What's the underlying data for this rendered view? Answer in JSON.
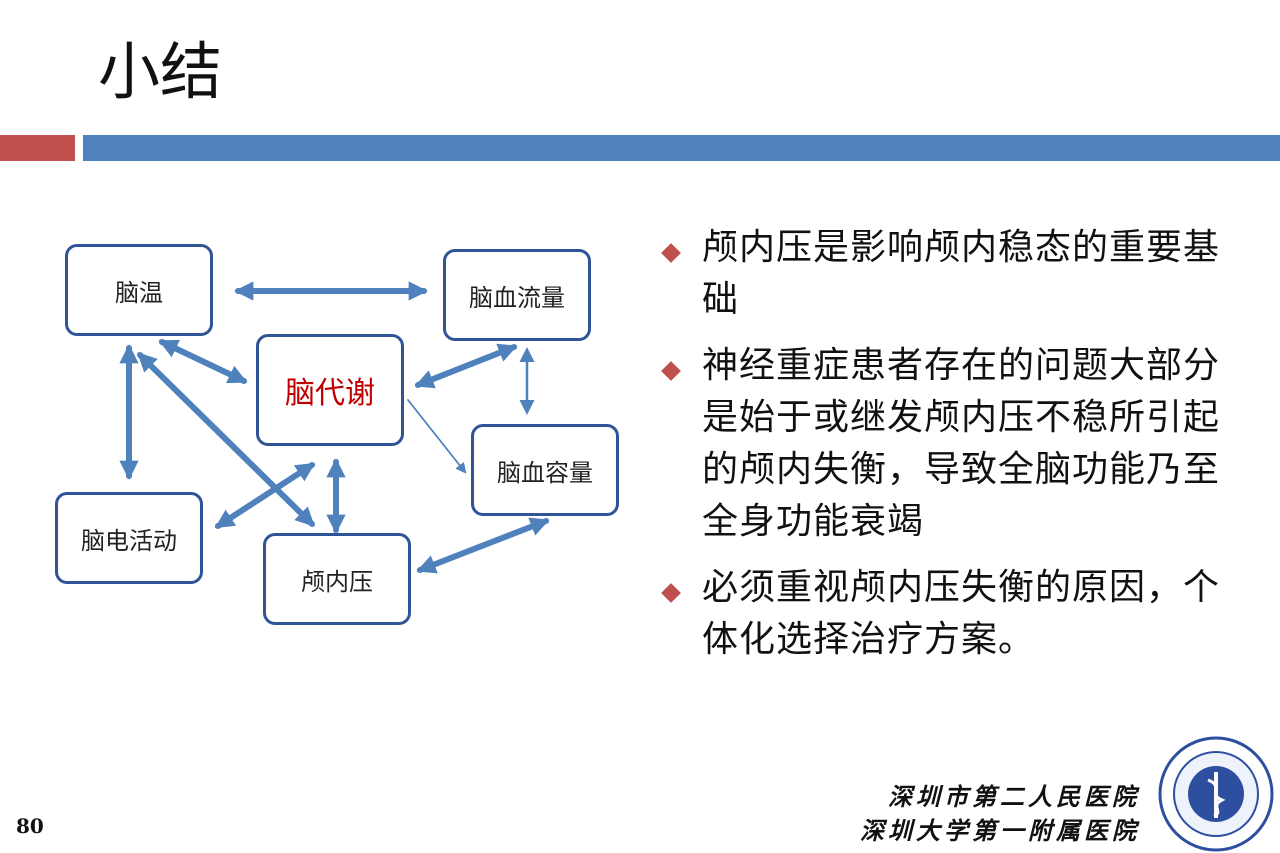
{
  "slide": {
    "title": "小结",
    "page_number": "80"
  },
  "diagram": {
    "nodes": {
      "temp": "脑温",
      "cbf": "脑血流量",
      "metabolism": "脑代谢",
      "cbv": "脑血容量",
      "eeg": "脑电活动",
      "icp": "颅内压"
    }
  },
  "bullets": [
    {
      "text": "颅内压是影响颅内稳态的重要基础"
    },
    {
      "text": "神经重症患者存在的问题大部分是始于或继发颅内压不稳所引起的颅内失衡，导致全脑功能乃至全身功能衰竭"
    },
    {
      "text": "必须重视颅内压失衡的原因，个体化选择治疗方案。"
    }
  ],
  "footer": {
    "hospital_line1": "深圳市第二人民医院",
    "hospital_line2": "深圳大学第一附属医院"
  },
  "colors": {
    "accent_red": "#c0504d",
    "accent_blue": "#4f81bd",
    "arrow_blue": "#4f81bd",
    "box_border": "#2f5597",
    "highlight_text": "#c00000"
  }
}
